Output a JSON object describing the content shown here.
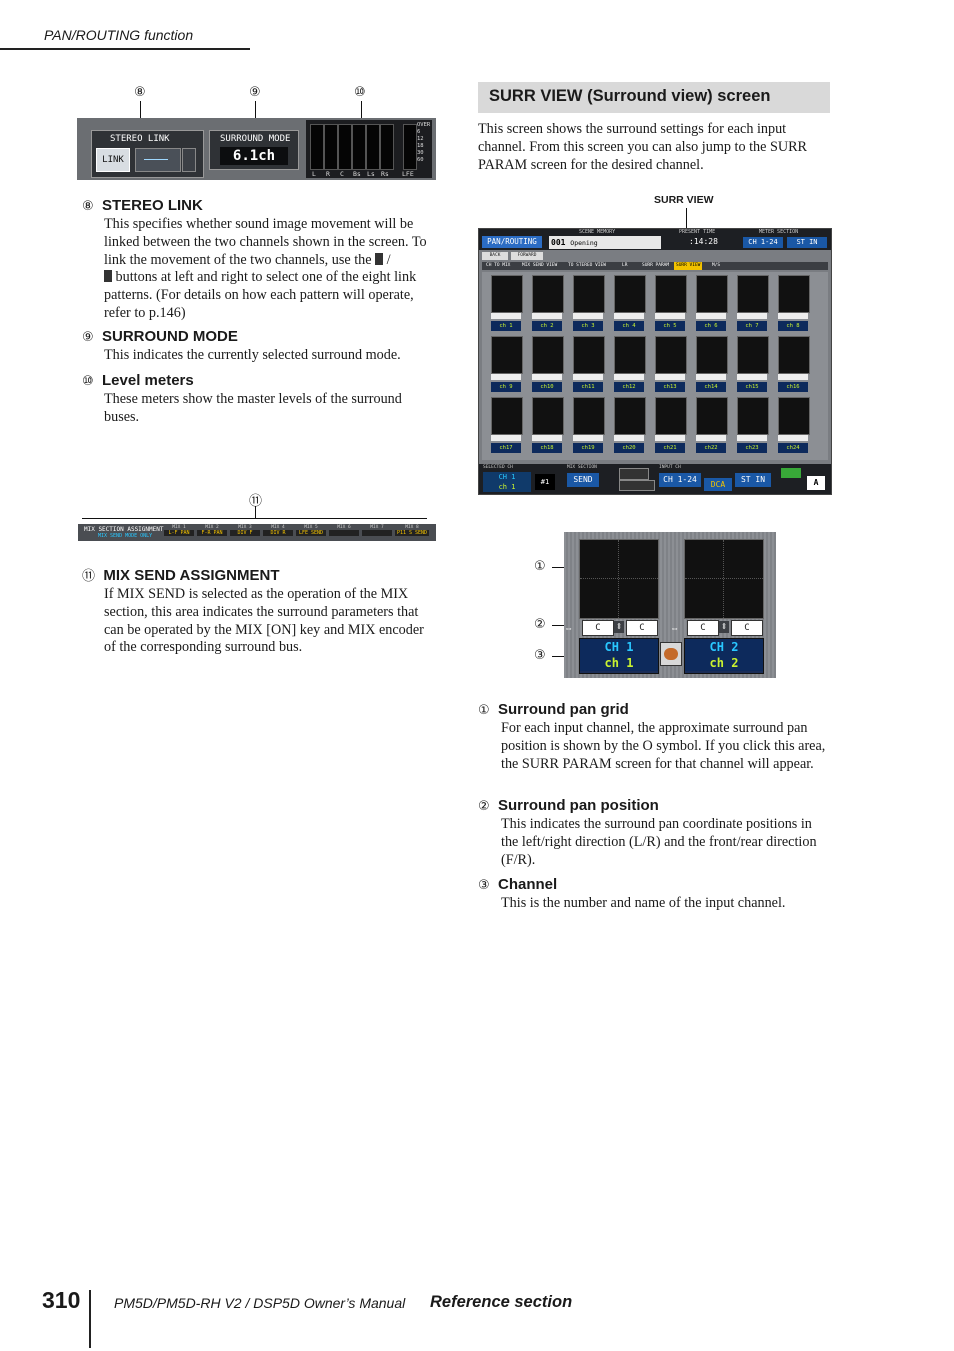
{
  "header": {
    "title": "PAN/ROUTING function"
  },
  "left_column": {
    "callouts_top": [
      "⑧",
      "⑨",
      "⑩"
    ],
    "screen1": {
      "stereo_link_label": "STEREO LINK",
      "link_button": "LINK",
      "surround_mode_label": "SURROUND MODE",
      "surround_mode_value": "6.1ch",
      "meter_scale": [
        "OVER",
        "6",
        "12",
        "18",
        "30",
        "60"
      ],
      "meter_channels": [
        "L",
        "R",
        "C",
        "Bs",
        "Ls",
        "Rs",
        "LFE"
      ]
    },
    "items": [
      {
        "num": "⑧",
        "title": "STEREO LINK",
        "text_a": "This specifies whether sound image movement will be linked between the two channels shown in the screen. To link the movement of the two channels, use the",
        "sep": "/",
        "text_b": "buttons at left and right to select one of the eight link patterns. (For details on how each pattern will operate, refer to p.146)"
      },
      {
        "num": "⑨",
        "title": "SURROUND MODE",
        "text": "This indicates the currently selected surround mode."
      },
      {
        "num": "⑩",
        "title": "Level meters",
        "text": "These meters show the master levels of the surround buses."
      }
    ],
    "callout_11": "⑪",
    "screen2": {
      "title": "MIX SECTION ASSIGNMENT",
      "subtitle": "MIX SEND MODE ONLY",
      "cells": [
        {
          "head": "MIX 1",
          "val": "L-F PAN"
        },
        {
          "head": "MIX 2",
          "val": "F-R PAN"
        },
        {
          "head": "MIX 3",
          "val": "DIV F"
        },
        {
          "head": "MIX 4",
          "val": "DIV R"
        },
        {
          "head": "MIX 5",
          "val": "LFE SEND"
        },
        {
          "head": "MIX 6",
          "val": ""
        },
        {
          "head": "MIX 7",
          "val": ""
        },
        {
          "head": "MIX 8",
          "val": "P11 S SEND"
        }
      ]
    },
    "item11": {
      "num": "⑪",
      "title": "MIX SEND ASSIGNMENT",
      "text": "If MIX SEND is selected as the operation of the MIX section, this area indicates the surround parameters that can be operated by the MIX [ON] key and MIX encoder of the corresponding surround bus."
    }
  },
  "right_column": {
    "section_title": "SURR VIEW (Surround view) screen",
    "intro": "This screen shows the surround settings for each input channel. From this screen you can also jump to the SURR PARAM screen for the desired channel.",
    "surr_view_label": "SURR VIEW",
    "screen3": {
      "menu": "PAN/ROUTING",
      "scene_memory_label": "SCENE MEMORY",
      "scene_no": "001",
      "scene_name": "Opening",
      "time_label": "PRESENT TIME",
      "time": ":14:28",
      "meter_label": "METER SECTION",
      "meter_a": "CH 1-24",
      "meter_b": "ST IN",
      "back": "BACK",
      "forward": "FORWARD",
      "tabs": [
        "CH TO MIX",
        "MIX SEND VIEW",
        "TO STEREO VIEW",
        "LR",
        "SURR PARAM",
        "SURR VIEW",
        "M/S"
      ],
      "channels": [
        "ch 1",
        "ch 2",
        "ch 3",
        "ch 4",
        "ch 5",
        "ch 6",
        "ch 7",
        "ch 8",
        "ch 9",
        "ch10",
        "ch11",
        "ch12",
        "ch13",
        "ch14",
        "ch15",
        "ch16",
        "ch17",
        "ch18",
        "ch19",
        "ch20",
        "ch21",
        "ch22",
        "ch23",
        "ch24"
      ],
      "footer_selected_label": "SELECTED CH",
      "footer_ch": "CH 1",
      "footer_ch_name": "ch 1",
      "footer_mix_label": "MIX SECTION",
      "footer_send": "SEND",
      "footer_input_label": "INPUT CH",
      "footer_input": "CH 1-24",
      "footer_dca": "DCA",
      "footer_stin": "ST IN",
      "footer_a": "A",
      "footer_no": "#1"
    },
    "callouts_detail": [
      "①",
      "②",
      "③"
    ],
    "detail": {
      "pos_left": "C",
      "pos_right": "C",
      "ch1": "CH 1",
      "ch1_name": "ch 1",
      "ch2": "CH 2",
      "ch2_name": "ch 2"
    },
    "items": [
      {
        "num": "①",
        "title": "Surround pan grid",
        "text": "For each input channel, the approximate surround pan position is shown by the O symbol. If you click this area, the SURR PARAM screen for that channel will appear."
      },
      {
        "num": "②",
        "title": "Surround pan position",
        "text": "This indicates the surround pan coordinate positions in the left/right direction (L/R) and the front/rear direction (F/R)."
      },
      {
        "num": "③",
        "title": "Channel",
        "text": "This is the number and name of the input channel."
      }
    ]
  },
  "footer": {
    "page_number": "310",
    "manual": "PM5D/PM5D-RH V2 / DSP5D Owner’s Manual",
    "section": "Reference section"
  }
}
